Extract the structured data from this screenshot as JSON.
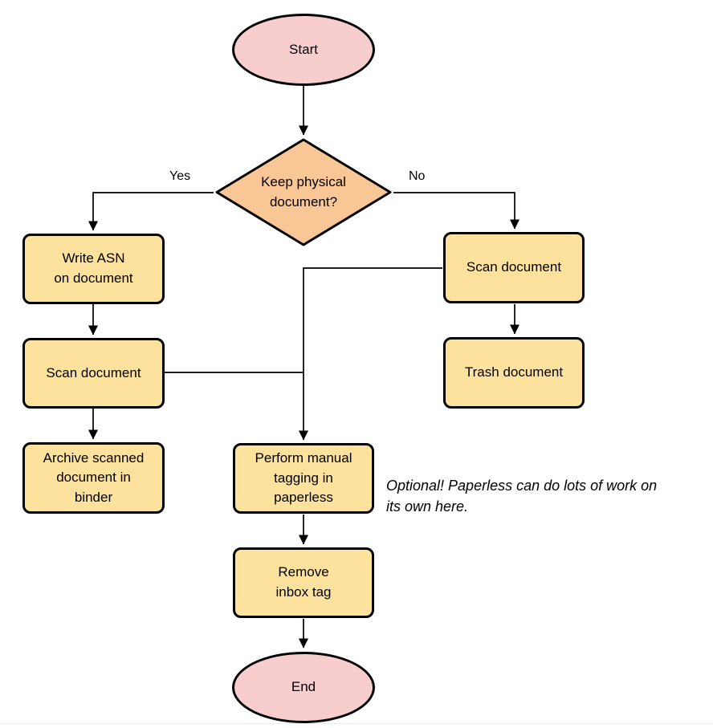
{
  "diagram": {
    "kind": "flowchart",
    "colors": {
      "terminator_fill": "#f7cecd",
      "decision_fill": "#f9c795",
      "process_fill": "#fde29e",
      "border": "#000000",
      "line": "#000000",
      "bottom_rule": "#ececf1"
    },
    "nodes": {
      "start": {
        "type": "terminator",
        "label": "Start"
      },
      "decision": {
        "type": "decision",
        "label": "Keep physical\ndocument?"
      },
      "write_asn": {
        "type": "process",
        "label": "Write ASN\non document"
      },
      "scan_left": {
        "type": "process",
        "label": "Scan document"
      },
      "archive": {
        "type": "process",
        "label": "Archive scanned\ndocument in\nbinder"
      },
      "scan_right": {
        "type": "process",
        "label": "Scan document"
      },
      "trash": {
        "type": "process",
        "label": "Trash document"
      },
      "tagging": {
        "type": "process",
        "label": "Perform manual\ntagging in\npaperless"
      },
      "remove_inbox": {
        "type": "process",
        "label": "Remove\ninbox tag"
      },
      "end": {
        "type": "terminator",
        "label": "End"
      }
    },
    "edge_labels": {
      "yes": "Yes",
      "no": "No"
    },
    "note": {
      "text": "Optional! Paperless can do lots of work on\nits own here."
    }
  }
}
